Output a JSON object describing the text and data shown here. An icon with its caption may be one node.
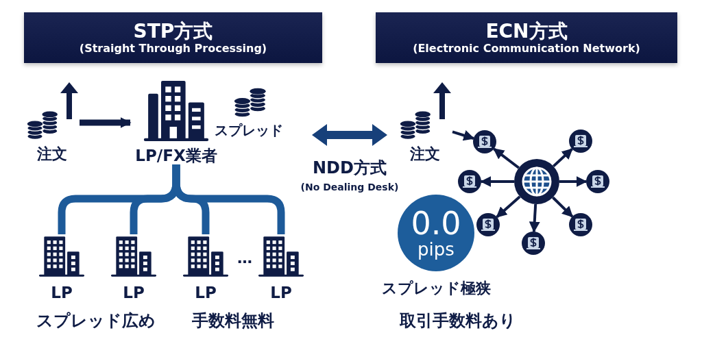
{
  "diagram": {
    "nodes": [
      {
        "text": [
          "STP方式",
          "(Straight Through Processing)"
        ]
      },
      {
        "text": [
          "ECN方式",
          "(Electronic Communication Network)"
        ]
      },
      {
        "text": [
          "注文"
        ]
      },
      {
        "text": [
          "LP/FX業者"
        ]
      },
      {
        "text": [
          "LP"
        ]
      },
      {
        "text": [
          "LP"
        ]
      },
      {
        "text": [
          "LP"
        ]
      },
      {
        "text": [
          "LP"
        ]
      },
      {
        "text": [
          "注文"
        ]
      },
      {
        "text": [],
        "shape": "circle"
      },
      {
        "text": [],
        "shape": "circle"
      },
      {
        "text": [],
        "shape": "circle"
      },
      {
        "text": [],
        "shape": "circle"
      },
      {
        "text": [],
        "shape": "circle"
      },
      {
        "text": [],
        "shape": "circle"
      },
      {
        "text": [],
        "shape": "circle"
      },
      {
        "text": [],
        "shape": "circle"
      },
      {
        "text": [
          "0.0",
          "pips"
        ],
        "beside": [
          "スプレッド極狭"
        ]
      }
    ],
    "edges": [
      {
        "from": 2,
        "to": 3,
        "arrow": "to",
        "style": "thick"
      },
      {
        "from": 3,
        "to": 4,
        "arrow": "none",
        "style": "thick",
        "color": "#1d5a99"
      },
      {
        "from": 3,
        "to": 5,
        "arrow": "none",
        "style": "thick",
        "color": "#1d5a99"
      },
      {
        "from": 3,
        "to": 6,
        "arrow": "none",
        "style": "thick",
        "color": "#1d5a99"
      },
      {
        "from": 3,
        "to": 7,
        "arrow": "none",
        "style": "thick",
        "color": "#1d5a99"
      },
      {
        "from": 8,
        "to": 10,
        "arrow": "to"
      },
      {
        "from": 9,
        "to": 10,
        "arrow": "to"
      },
      {
        "from": 9,
        "to": 11,
        "arrow": "to"
      },
      {
        "from": 9,
        "to": 12,
        "arrow": "to"
      },
      {
        "from": 9,
        "to": 13,
        "arrow": "to"
      },
      {
        "from": 9,
        "to": 14,
        "arrow": "to"
      },
      {
        "from": 9,
        "to": 15,
        "arrow": "to"
      },
      {
        "from": 9,
        "to": 16,
        "arrow": "to"
      }
    ],
    "labels": [
      "スプレッド",
      "NDD方式",
      "(No Dealing Desk)",
      "…",
      "スプレッド広め",
      "手数料無料",
      "取引手数料あり"
    ]
  }
}
